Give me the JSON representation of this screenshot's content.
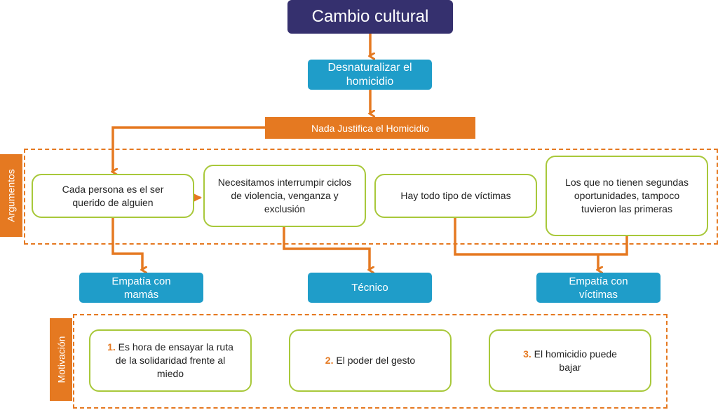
{
  "colors": {
    "title_bg": "#35306e",
    "blue": "#1f9dc9",
    "orange": "#e57921",
    "green_border": "#a8c83a"
  },
  "title": "Cambio cultural",
  "step1": "Desnaturalizar el homicidio",
  "banner": "Nada Justifica el Homicidio",
  "argumentos": {
    "label": "Argumentos",
    "items": [
      "Cada persona es el ser querido de alguien",
      "Necesitamos interrumpir ciclos de violencia, venganza y exclusión",
      "Hay todo tipo de víctimas",
      "Los que no tienen segundas oportunidades, tampoco tuvieron las primeras"
    ]
  },
  "outcomes": [
    "Empatía con mamás",
    "Técnico",
    "Empatía con víctimas"
  ],
  "motivacion": {
    "label": "Motivación",
    "items": [
      {
        "num": "1.",
        "text": "Es hora de ensayar la ruta de la solidaridad frente al miedo"
      },
      {
        "num": "2.",
        "text": "El poder del gesto"
      },
      {
        "num": "3.",
        "text": "El homicidio puede bajar"
      }
    ]
  }
}
